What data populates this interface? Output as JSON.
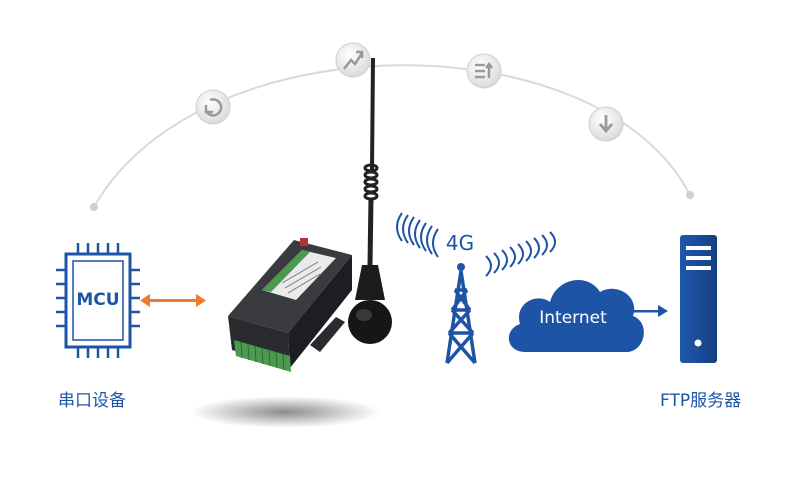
{
  "mcu": {
    "label": "MCU"
  },
  "serial_device": {
    "label": "串口设备"
  },
  "network": {
    "label": "4G"
  },
  "cloud": {
    "label": "Internet"
  },
  "ftp_server": {
    "label": "FTP服务器"
  },
  "arc_icons": [
    "refresh-arrow-icon",
    "trend-up-icon",
    "transfer-icon",
    "download-icon"
  ],
  "colors": {
    "accent_blue": "#1e54a6",
    "arrow_orange": "#ee7a2d",
    "arc_gray": "#d9d9d9",
    "device_green": "#4c9a52"
  }
}
